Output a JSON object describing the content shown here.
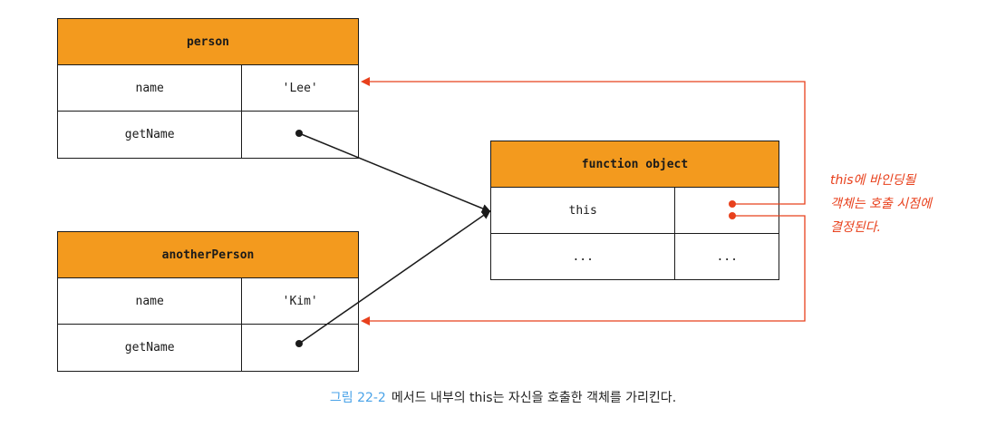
{
  "colors": {
    "header_fill": "#f39a1e",
    "border": "#1a1a1a",
    "accent_red": "#e8401c",
    "caption_label": "#4aa3e8"
  },
  "person": {
    "title": "person",
    "rows": [
      {
        "key": "name",
        "value": "'Lee'"
      },
      {
        "key": "getName",
        "value": ""
      }
    ]
  },
  "anotherPerson": {
    "title": "anotherPerson",
    "rows": [
      {
        "key": "name",
        "value": "'Kim'"
      },
      {
        "key": "getName",
        "value": ""
      }
    ]
  },
  "function_object": {
    "title": "function object",
    "rows": [
      {
        "key": "this",
        "value": ""
      },
      {
        "key": "...",
        "value": "..."
      }
    ]
  },
  "annotation": {
    "line1": "this에 바인딩될",
    "line2": "객체는 호출 시점에",
    "line3": "결정된다."
  },
  "caption": {
    "label": "그림 22-2",
    "text": "메서드 내부의 this는 자신을 호출한 객체를 가리킨다."
  }
}
